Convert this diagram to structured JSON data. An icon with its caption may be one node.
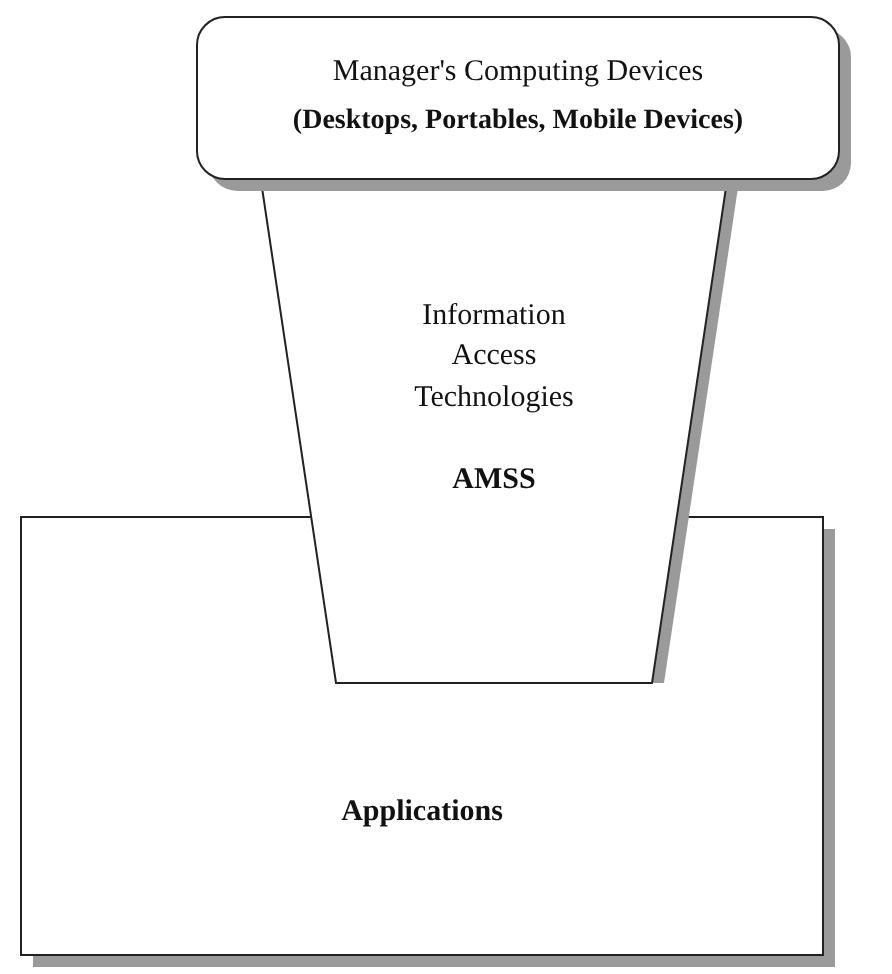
{
  "diagram": {
    "nodes": [
      {
        "text": [
          "Manager's Computing Devices",
          "(Desktops, Portables, Mobile Devices)"
        ]
      },
      {
        "text": [
          "Information Access Technologies",
          "AMSS"
        ]
      },
      {
        "text": [
          "Applications"
        ]
      }
    ]
  }
}
